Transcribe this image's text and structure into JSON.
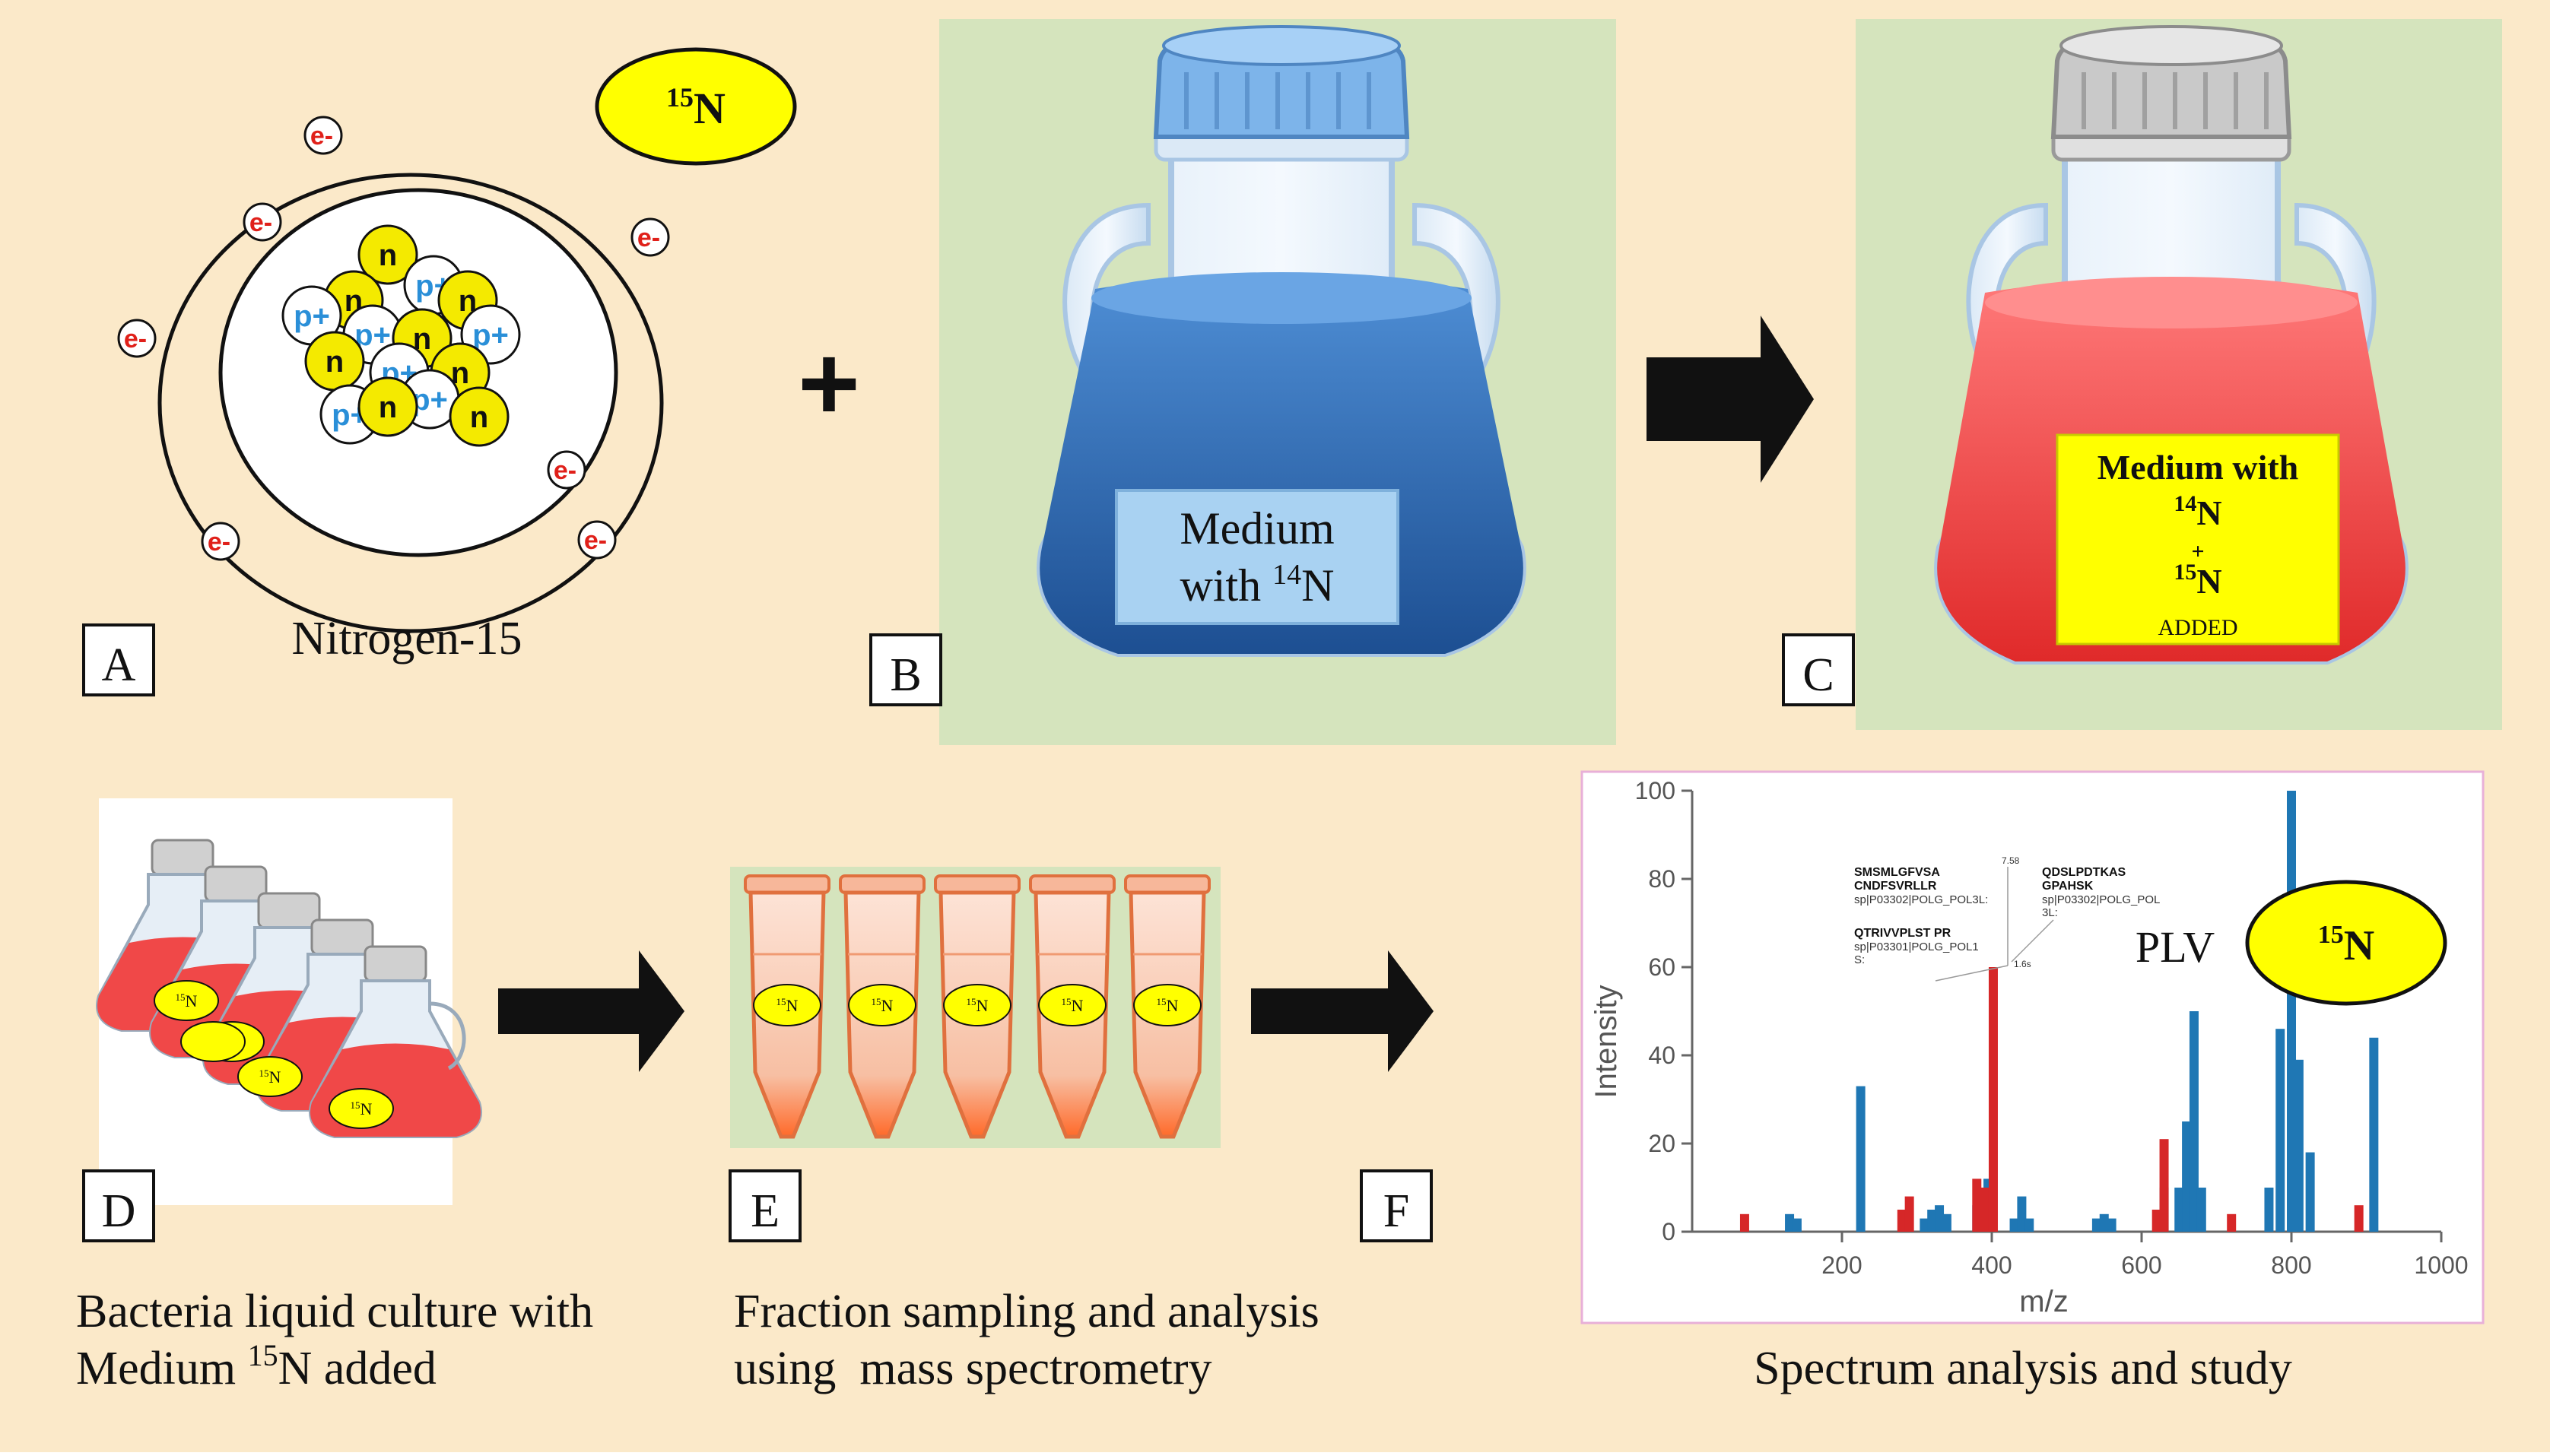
{
  "colors": {
    "background": "#fbe9c9",
    "panel_green": "#d5e4bd",
    "nucleon_yellow": "#f4ea00",
    "electron_red": "#e0201a",
    "proton_blue": "#2a8fd8",
    "medium_blue": "#2e6fb8",
    "medium_red": "#f04848",
    "label_blue": "#a9d2f2",
    "badge_yellow": "#ffff00",
    "spectrum_blue": "#1f77b4",
    "spectrum_red": "#d62728"
  },
  "panels": {
    "A": {
      "letter": "A",
      "caption": "Nitrogen-15",
      "badge": "15N",
      "electron_label": "e-",
      "proton_label": "p+",
      "neutron_label": "n"
    },
    "plus": "+",
    "B": {
      "letter": "B",
      "label_line1": "Medium",
      "label_line2_prefix": "with ",
      "label_sup": "14",
      "label_elem": "N"
    },
    "C": {
      "letter": "C",
      "line1": "Medium with",
      "sup14": "14",
      "elem14": "N",
      "plus": "+",
      "sup15": "15",
      "elem15": "N",
      "added": "ADDED"
    },
    "D": {
      "letter": "D",
      "caption_line1": "Bacteria liquid culture with",
      "caption_line2_prefix": "Medium ",
      "caption_sup": "15",
      "caption_line2_suffix": "N added",
      "badge": "15N"
    },
    "E": {
      "letter": "E",
      "caption_line1": "Fraction sampling and analysis",
      "caption_line2": "using  mass spectrometry",
      "badge": "15N"
    },
    "F": {
      "letter": "F",
      "caption": "Spectrum analysis and study",
      "plv": "PLV",
      "badge": "15N",
      "annotations": [
        {
          "lines": [
            "SMSMLGFVSA",
            "CNDFSVRLLR"
          ],
          "sub": "sp|P03302|POLG_POL3L:"
        },
        {
          "lines": [
            "QTRIVVPLST PR"
          ],
          "sub": "sp|P03301|POLG_POL1",
          "sub2": "S:"
        },
        {
          "lines": [
            "QDSLPDTKAS",
            "GPAHSK"
          ],
          "sub": "sp|P03302|POLG_POL",
          "sub2": "3L:"
        }
      ],
      "peak_note_top": "7.58",
      "peak_note_side": "1.6s"
    }
  },
  "chart_data": {
    "type": "bar",
    "xlabel": "m/z",
    "ylabel": "Intensity",
    "xlim": [
      0,
      1000
    ],
    "ylim": [
      0,
      100
    ],
    "xticks": [
      200,
      400,
      600,
      800,
      1000
    ],
    "yticks": [
      0,
      20,
      40,
      60,
      80,
      100
    ],
    "series": [
      {
        "color": "blue",
        "points": [
          [
            130,
            4
          ],
          [
            140,
            3
          ],
          [
            225,
            33
          ],
          [
            310,
            3
          ],
          [
            320,
            5
          ],
          [
            330,
            6
          ],
          [
            340,
            4
          ],
          [
            380,
            6
          ],
          [
            395,
            12
          ],
          [
            430,
            3
          ],
          [
            440,
            8
          ],
          [
            450,
            3
          ],
          [
            540,
            3
          ],
          [
            550,
            4
          ],
          [
            560,
            3
          ],
          [
            630,
            10
          ],
          [
            650,
            10
          ],
          [
            660,
            25
          ],
          [
            670,
            50
          ],
          [
            680,
            10
          ],
          [
            770,
            10
          ],
          [
            785,
            46
          ],
          [
            800,
            100
          ],
          [
            810,
            39
          ],
          [
            825,
            18
          ],
          [
            910,
            44
          ]
        ]
      },
      {
        "color": "red",
        "points": [
          [
            70,
            4
          ],
          [
            280,
            5
          ],
          [
            290,
            8
          ],
          [
            380,
            12
          ],
          [
            390,
            10
          ],
          [
            402,
            60
          ],
          [
            620,
            5
          ],
          [
            630,
            21
          ],
          [
            720,
            4
          ],
          [
            890,
            6
          ]
        ]
      }
    ]
  }
}
